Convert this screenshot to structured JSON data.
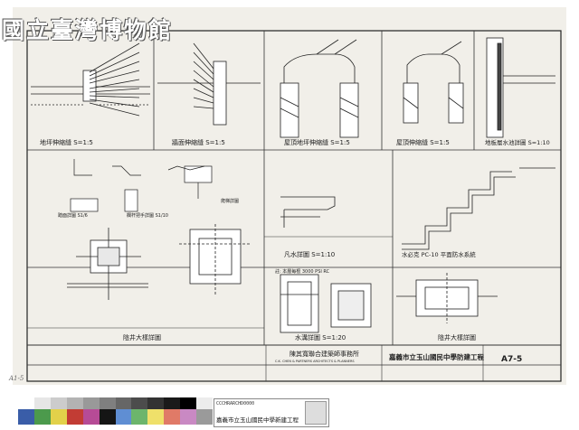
{
  "watermark": "國立臺灣博物館",
  "pencil_note": "A1-5",
  "panels": {
    "p1": "地坪伸縮縫 S=1:5",
    "p2": "牆面伸縮縫 S=1:5",
    "p3": "屋頂地坪伸縮縫 S=1:5",
    "p4": "屋頂伸縮縫 S=1:5",
    "p5": "地板層水池詳圖 S=1:10",
    "p6": "凡水詳圖 S=1:10",
    "p7": "水必克 PC-10 平面防水系統",
    "p8": "水溝詳圖 S=1:20",
    "p9": "陰井大樣詳圖",
    "p10": "陰井大樣詳圖"
  },
  "small_labels": {
    "ladder": "爬梯詳圖",
    "handrail": "欄杆把手詳圖 S1/10",
    "stair_nose": "踏面詳圖 S1/6",
    "concrete_note": "註: 本層每根 3000 PSI RC"
  },
  "title_block": {
    "firm": "陳其寬聯合建築師事務所",
    "firm_en": "C.K. CHEN & PARTNERS ARCHITECTS & PLANNERS",
    "project": "嘉義市立玉山國民中學防建工程",
    "sheet_no": "A7-5"
  },
  "info_box": {
    "id": "CCCHRARCHD0000",
    "title": "嘉義市立玉山國民中學新建工程"
  },
  "color_strip": [
    "#3a5da8",
    "#4c9a4c",
    "#e2d14a",
    "#c23c34",
    "#b64b96",
    "#151515",
    "#5f8ed3",
    "#6cb56c",
    "#efe06a",
    "#e07a67",
    "#c989c3",
    "#9a9a9a"
  ],
  "gray_strip": [
    "#ffffff",
    "#e6e6e6",
    "#cccccc",
    "#b3b3b3",
    "#999999",
    "#7f7f7f",
    "#666666",
    "#4c4c4c",
    "#333333",
    "#1a1a1a",
    "#000000",
    "#ececec"
  ]
}
